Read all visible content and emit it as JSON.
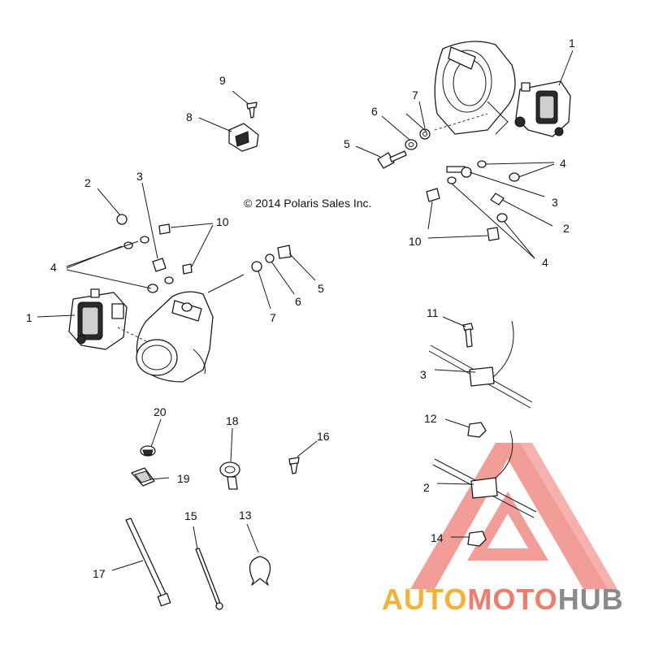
{
  "copyright": "© 2014 Polaris Sales Inc.",
  "callouts": [
    "1",
    "1",
    "2",
    "2",
    "2",
    "3",
    "3",
    "3",
    "4",
    "4",
    "4",
    "5",
    "5",
    "6",
    "6",
    "7",
    "7",
    "8",
    "9",
    "10",
    "10",
    "11",
    "12",
    "13",
    "14",
    "15",
    "16",
    "17",
    "18",
    "19",
    "20"
  ],
  "watermark": {
    "part1": "AUTO",
    "part2": "MOTO",
    "part3": "HUB",
    "color_auto": "#f2b233",
    "color_moto": "#ef7d6b",
    "color_hub": "#8a8a8a",
    "triangle_color": "#f08d86"
  }
}
